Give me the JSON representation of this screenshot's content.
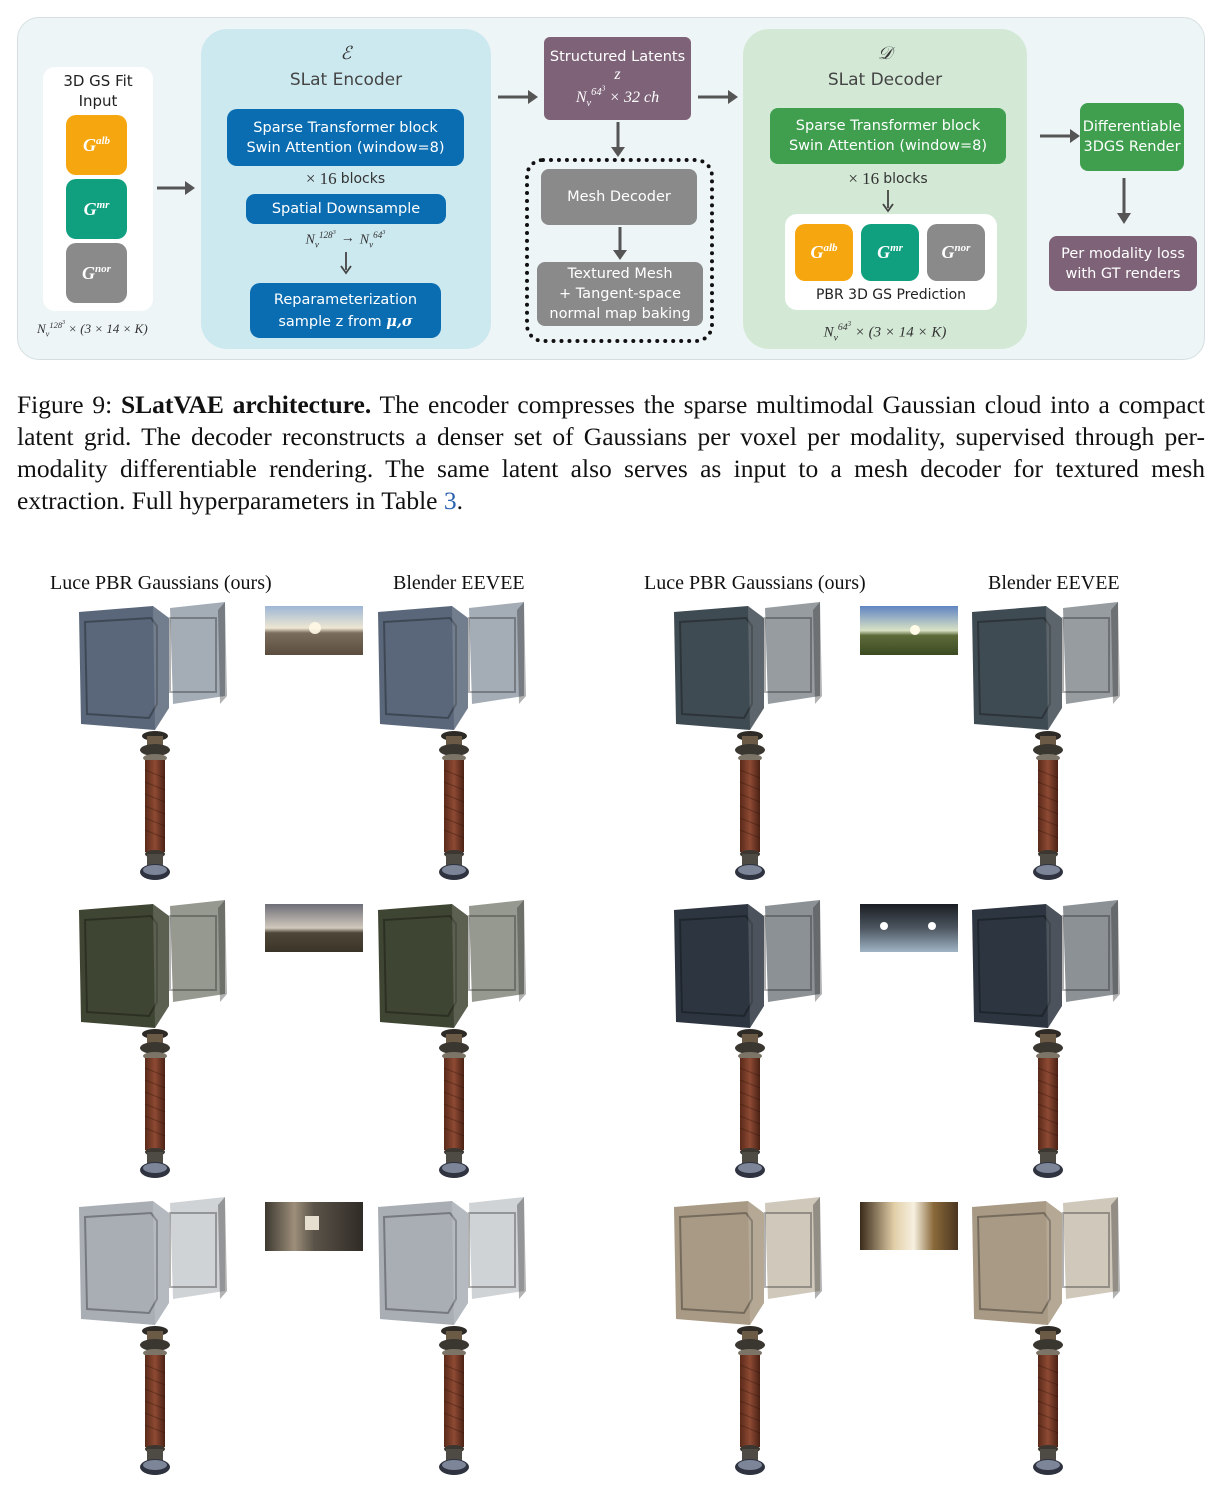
{
  "diagram": {
    "input": {
      "title": "3D GS Fit Input",
      "modalities": [
        {
          "base": "G",
          "sup": "alb",
          "color": "#f6a60e"
        },
        {
          "base": "G",
          "sup": "mr",
          "color": "#10a07f"
        },
        {
          "base": "G",
          "sup": "nor",
          "color": "#8a8a8a"
        }
      ],
      "shape_text": "N_v^{128^3} × (3 × 14 × K)"
    },
    "encoder": {
      "symbol": "ℰ",
      "title": "SLat Encoder",
      "block_line1": "Sparse Transformer block",
      "block_line2": "Swin Attention (window=8)",
      "repeat_number": "× 16",
      "repeat_unit": "blocks",
      "downsample": "Spatial Downsample",
      "downsample_from": "N_v^{128^3}",
      "downsample_arrow": "→",
      "downsample_to": "N_v^{64^3}",
      "reparam_line1": "Reparameterization",
      "reparam_line2": "sample z  from μ,σ"
    },
    "latents": {
      "title": "Structured Latents",
      "symbol": "z",
      "shape_text": "N_v^{64^3} × 32 ch"
    },
    "mesh_decoder": {
      "title": "Mesh Decoder",
      "output_line1": "Textured Mesh",
      "output_line2": "+ Tangent-space",
      "output_line3": "normal map baking"
    },
    "decoder": {
      "symbol": "𝒟",
      "title": "SLat Decoder",
      "block_line1": "Sparse Transformer block",
      "block_line2": "Swin Attention (window=8)",
      "repeat_number": "× 16",
      "repeat_unit": "blocks",
      "prediction_label": "PBR 3D GS Prediction",
      "shape_text": "N_v^{64^3} × (3 × 14 × K)"
    },
    "render": {
      "line1": "Differentiable",
      "line2": "3DGS Render"
    },
    "loss": {
      "line1": "Per modality loss",
      "line2": "with GT renders"
    },
    "colors": {
      "encoder_panel": "#cde9f0",
      "decoder_panel": "#d3e9d6",
      "blue_block": "#0a6db2",
      "green_block": "#3f9f4f",
      "gray_block": "#8a8a8a",
      "mauve_block": "#7e6278"
    }
  },
  "caption": {
    "label": "Figure 9:",
    "bold": "SLatVAE architecture.",
    "text": "The encoder compresses the sparse multimodal Gaussian cloud into a compact latent grid. The decoder reconstructs a denser set of Gaussians per voxel per modality, supervised through per-modality differentiable rendering. The same latent also serves as input to a mesh decoder for textured mesh extraction. Full hyperparameters in Table",
    "ref": "3",
    "end": "."
  },
  "comparison": {
    "left_header_ours": "Luce PBR Gaussians (ours)",
    "left_header_ref": "Blender EEVEE",
    "right_header_ours": "Luce PBR Gaussians (ours)",
    "right_header_ref": "Blender EEVEE"
  }
}
